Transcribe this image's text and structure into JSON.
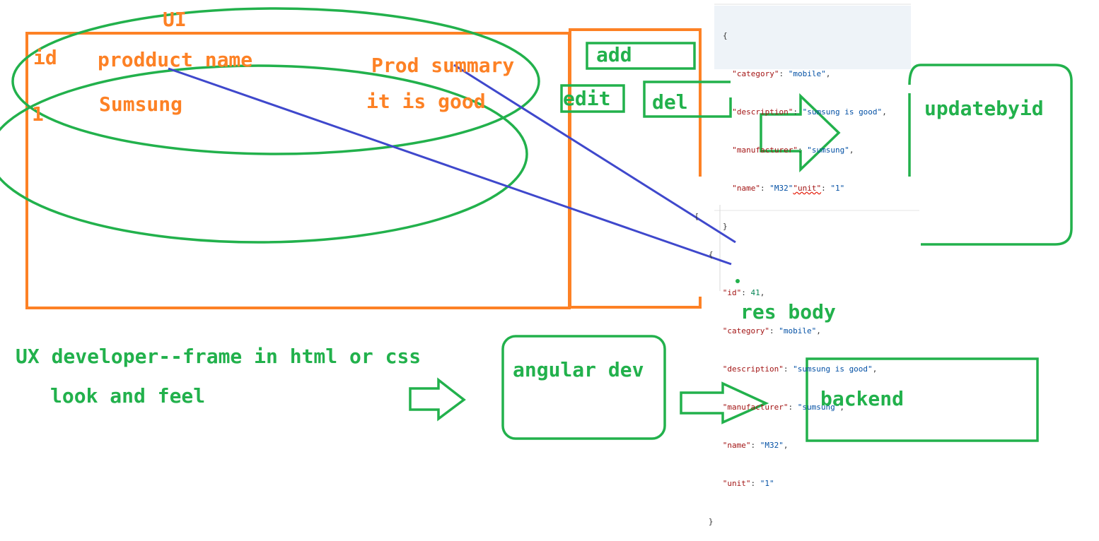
{
  "ui_label": "UI",
  "table": {
    "headers": {
      "id": "id",
      "product_name": "prodduct name",
      "summary": "Prod summary"
    },
    "row": {
      "id": "1",
      "product_name": "Sumsung",
      "summary": "it is good"
    }
  },
  "actions": {
    "add": "add",
    "edit": "edit",
    "del": "del"
  },
  "request_json": {
    "open": "{",
    "lines": [
      {
        "key": "\"category\"",
        "value": "\"mobile\"",
        "tail": ","
      },
      {
        "key": "\"description\"",
        "value": "\"sumsung is good\"",
        "tail": ","
      },
      {
        "key": "\"manufacturer\"",
        "value": "\"sumsung\"",
        "tail": ","
      },
      {
        "key": "\"name\"",
        "value": "\"M32\"",
        "key2": "\"unit\"",
        "value2": "\"1\""
      }
    ],
    "close": "}"
  },
  "update_box": "updatebyid",
  "response_json": {
    "open_array": "[",
    "open": "{",
    "id_key": "\"id\"",
    "id_value": "41",
    "lines": [
      {
        "key": "\"category\"",
        "value": "\"mobile\"",
        "tail": ","
      },
      {
        "key": "\"description\"",
        "value": "\"sumsung is good\"",
        "tail": ","
      },
      {
        "key": "\"manufacturer\"",
        "value": "\"sumsung\"",
        "tail": ","
      },
      {
        "key": "\"name\"",
        "value": "\"M32\"",
        "tail": ","
      },
      {
        "key": "\"unit\"",
        "value": "\"1\"",
        "tail": ""
      }
    ],
    "close": "}"
  },
  "res_body_label": "res body",
  "ux_line1": "UX developer--frame in html or css",
  "ux_line2": "look and feel",
  "angular_box": "angular dev",
  "backend_box": "backend",
  "colors": {
    "orange": "#fd8125",
    "green": "#22b14c",
    "blue": "#3f48cc"
  }
}
